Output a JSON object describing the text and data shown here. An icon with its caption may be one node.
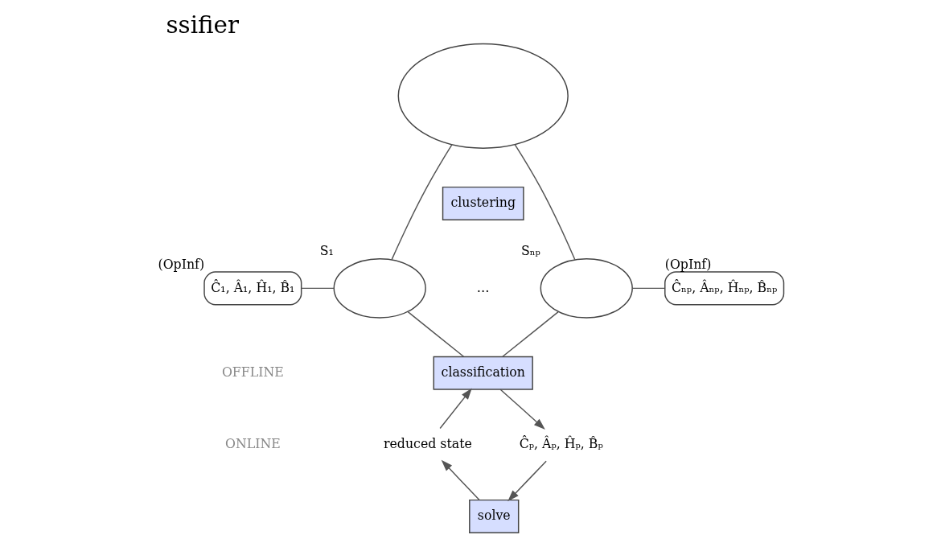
{
  "diagram": {
    "title": "ssifier",
    "nodes": [
      {
        "text": [],
        "shape": "ellipse"
      },
      {
        "text": [
          "clustering"
        ]
      },
      {
        "text": [
          "S₁"
        ]
      },
      {
        "text": [
          "Sₙₚ"
        ]
      },
      {
        "text": [
          "Ĉ₁, Â₁, Ĥ₁, B̂₁"
        ],
        "beside": [
          "(OpInf)"
        ]
      },
      {
        "text": [
          "Ĉₙₚ, Âₙₚ, Ĥₙₚ, B̂ₙₚ"
        ],
        "beside": [
          "(OpInf)"
        ]
      },
      {
        "text": [
          "classification"
        ]
      },
      {
        "text": [
          "reduced state"
        ]
      },
      {
        "text": [
          "Ĉₚ, Âₚ, Ĥₚ, B̂ₚ"
        ]
      },
      {
        "text": [
          "solve"
        ]
      }
    ],
    "edges": [
      {
        "from": 0,
        "to": 2,
        "arrow": "none"
      },
      {
        "from": 0,
        "to": 3,
        "arrow": "none"
      },
      {
        "from": 4,
        "to": 2,
        "arrow": "none"
      },
      {
        "from": 3,
        "to": 5,
        "arrow": "none"
      },
      {
        "from": 2,
        "to": 6,
        "arrow": "none"
      },
      {
        "from": 3,
        "to": 6,
        "arrow": "none"
      },
      {
        "from": 7,
        "to": 6,
        "arrow": "to"
      },
      {
        "from": 6,
        "to": 8,
        "arrow": "to"
      },
      {
        "from": 8,
        "to": 9,
        "arrow": "to"
      },
      {
        "from": 9,
        "to": 7,
        "arrow": "to"
      }
    ],
    "labels": [
      "…",
      "OFFLINE",
      "ONLINE"
    ]
  }
}
